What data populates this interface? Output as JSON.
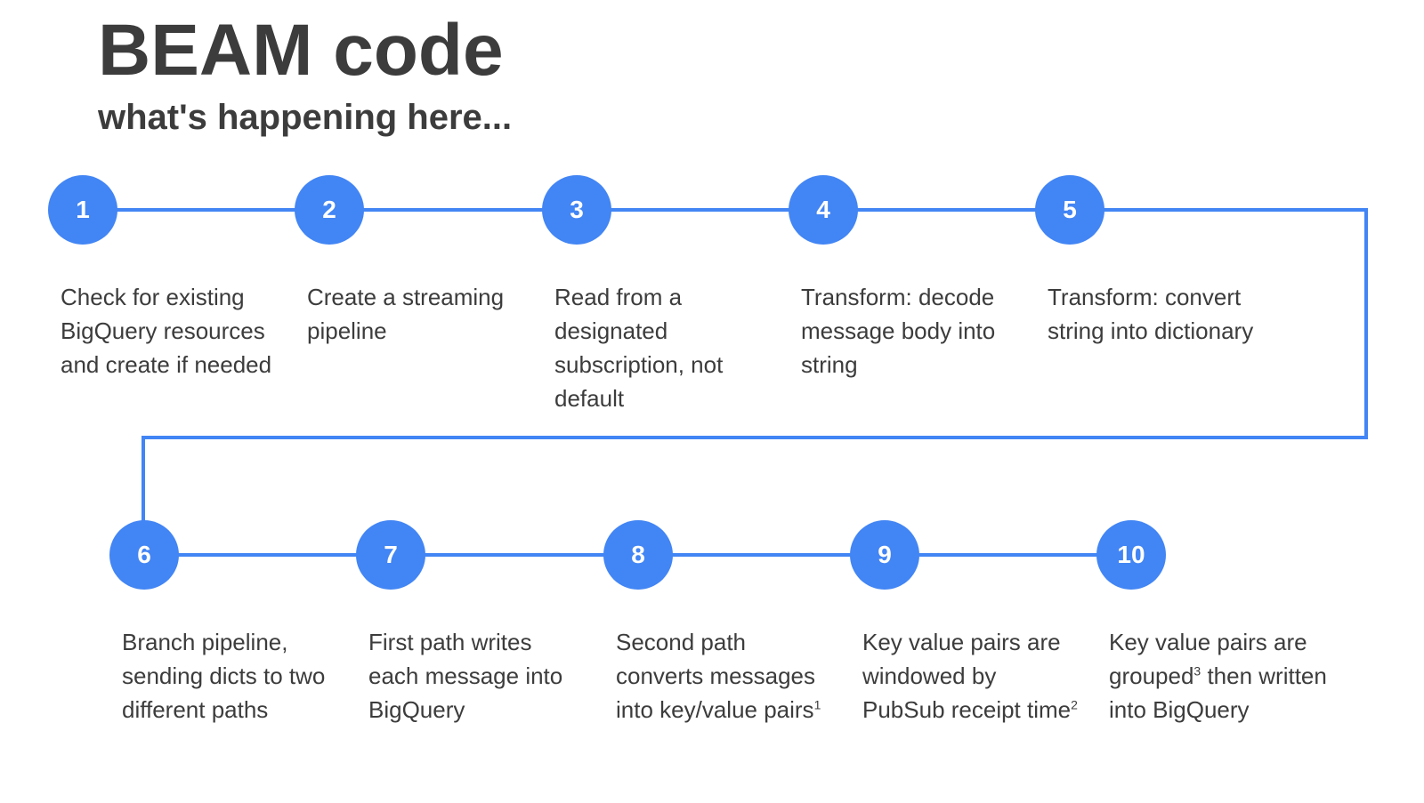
{
  "header": {
    "title": "BEAM code",
    "subtitle": "what's happening here..."
  },
  "colors": {
    "accent": "#4285f4",
    "text": "#3c3c3c"
  },
  "steps": [
    {
      "number": "1",
      "text": "Check for existing BigQuery resources and create if needed",
      "sup": ""
    },
    {
      "number": "2",
      "text": "Create a streaming pipeline",
      "sup": ""
    },
    {
      "number": "3",
      "text": "Read from a designated subscription, not default",
      "sup": ""
    },
    {
      "number": "4",
      "text": "Transform: decode message body into string",
      "sup": ""
    },
    {
      "number": "5",
      "text": "Transform: convert string into dictionary",
      "sup": ""
    },
    {
      "number": "6",
      "text": "Branch pipeline, sending dicts to two different paths",
      "sup": ""
    },
    {
      "number": "7",
      "text": "First path writes each message into BigQuery",
      "sup": ""
    },
    {
      "number": "8",
      "text": "Second path converts messages into key/value pairs",
      "sup": "1"
    },
    {
      "number": "9",
      "text": "Key value pairs are windowed by PubSub receipt time",
      "sup": "2"
    },
    {
      "number": "10",
      "text_before": "Key value pairs are grouped",
      "sup": "3",
      "text_after": " then written into BigQuery"
    }
  ]
}
